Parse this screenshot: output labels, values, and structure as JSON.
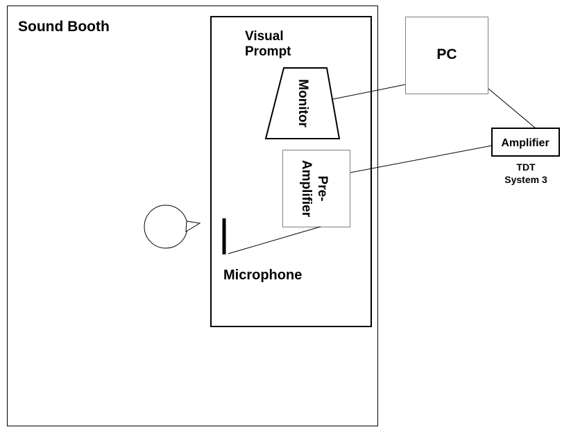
{
  "colors": {
    "stroke": "#000000",
    "thin_stroke": "#7f7f7f",
    "background": "#ffffff"
  },
  "labels": {
    "sound_booth": "Sound Booth",
    "visual_prompt_line1": "Visual",
    "visual_prompt_line2": "Prompt",
    "monitor": "Monitor",
    "pre_amplifier_line1": "Pre-",
    "pre_amplifier_line2": "Amplifier",
    "microphone": "Microphone",
    "pc": "PC",
    "amplifier": "Amplifier",
    "tdt_line1": "TDT",
    "tdt_line2": "System 3"
  }
}
